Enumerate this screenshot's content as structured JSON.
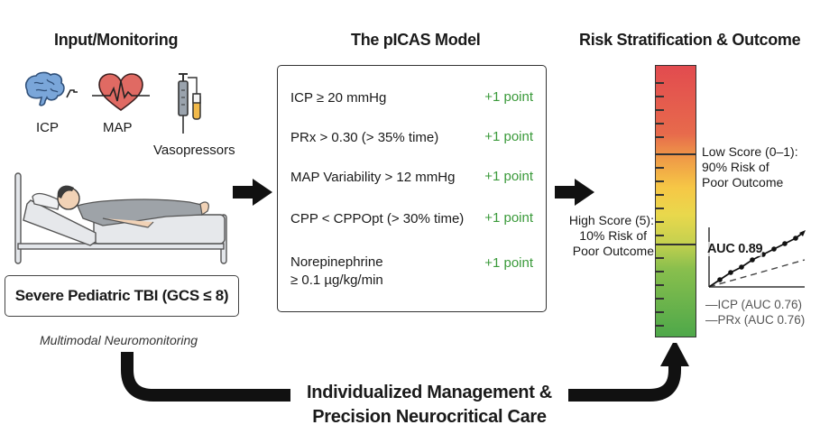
{
  "sections": {
    "input": {
      "title": "Input/Monitoring",
      "icons": [
        {
          "name": "brain-icon",
          "label": "ICP"
        },
        {
          "name": "heart-pulse-icon",
          "label": "MAP"
        },
        {
          "name": "syringe-icon",
          "label": "Vasopressors"
        }
      ],
      "patient_box": "Severe Pediatric TBI (GCS ≤ 8)",
      "caption": "Multimodal Neuromonitoring"
    },
    "model": {
      "title": "The pICAS Model",
      "criteria": [
        {
          "line1": "ICP ≥ 20 mmHg",
          "line2": "",
          "points": "+1 point"
        },
        {
          "line1": "PRx > 0.30 (> 35% time)",
          "line2": "",
          "points": "+1 point"
        },
        {
          "line1": "MAP Variability > 12 mmHg",
          "line2": "",
          "points": "+1 point"
        },
        {
          "line1": "CPP < CPPOpt (> 30% time)",
          "line2": "",
          "points": "+1 point"
        },
        {
          "line1": "Norepinephrine",
          "line2": "≥ 0.1 µg/kg/min",
          "points": "+1 point"
        }
      ]
    },
    "risk": {
      "title": "Risk Stratification & Outcome",
      "low_score": {
        "line1": "Low Score (0–1):",
        "line2": "90% Risk of",
        "line3": "Poor Outcome"
      },
      "high_score": {
        "line1": "High Score (5):",
        "line2": "10% Risk of",
        "line3": "Poor Outcome"
      },
      "roc": {
        "auc_label": "AUC 0.89",
        "legend": [
          "—ICP (AUC 0.76)",
          "—PRx (AUC 0.76)"
        ]
      }
    }
  },
  "bottom": {
    "line1": "Individualized Management &",
    "line2": "Precision Neurocritical Care"
  },
  "colors": {
    "points_green": "#3a9a3a",
    "risk_high": "#e24b4f",
    "risk_mid": "#f6c746",
    "risk_low": "#4ea84a",
    "brain_blue": "#6d9bd1",
    "heart_red": "#e06a63",
    "vial_yellow": "#f1b94a"
  }
}
